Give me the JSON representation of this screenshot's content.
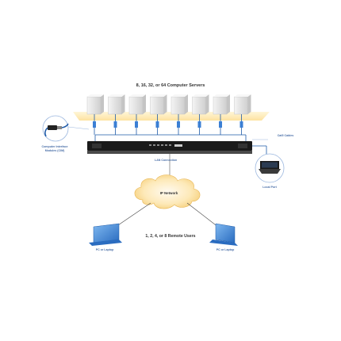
{
  "diagram": {
    "title": "8, 16, 32, or 64 Computer Servers",
    "cim_label_1": "Computer Interface",
    "cim_label_2": "Modules (CIM)",
    "cat5_label": "Cat5 Cables",
    "lan_label": "LAN Connection",
    "local_port_label": "Local Port",
    "ip_network_label": "IP Network",
    "remote_users_label": "1, 2, 4, or 8 Remote Users",
    "pc_left_label": "PC or Laptop",
    "pc_right_label": "PC or Laptop",
    "server_count": 8,
    "colors": {
      "server_body": "#e6e6e6",
      "shelf": "#fde9b0",
      "cable": "#1e5aa8",
      "cloud": "#fbe2a0",
      "switch": "#1a1a1a",
      "laptop": "#3a7fd0"
    }
  }
}
